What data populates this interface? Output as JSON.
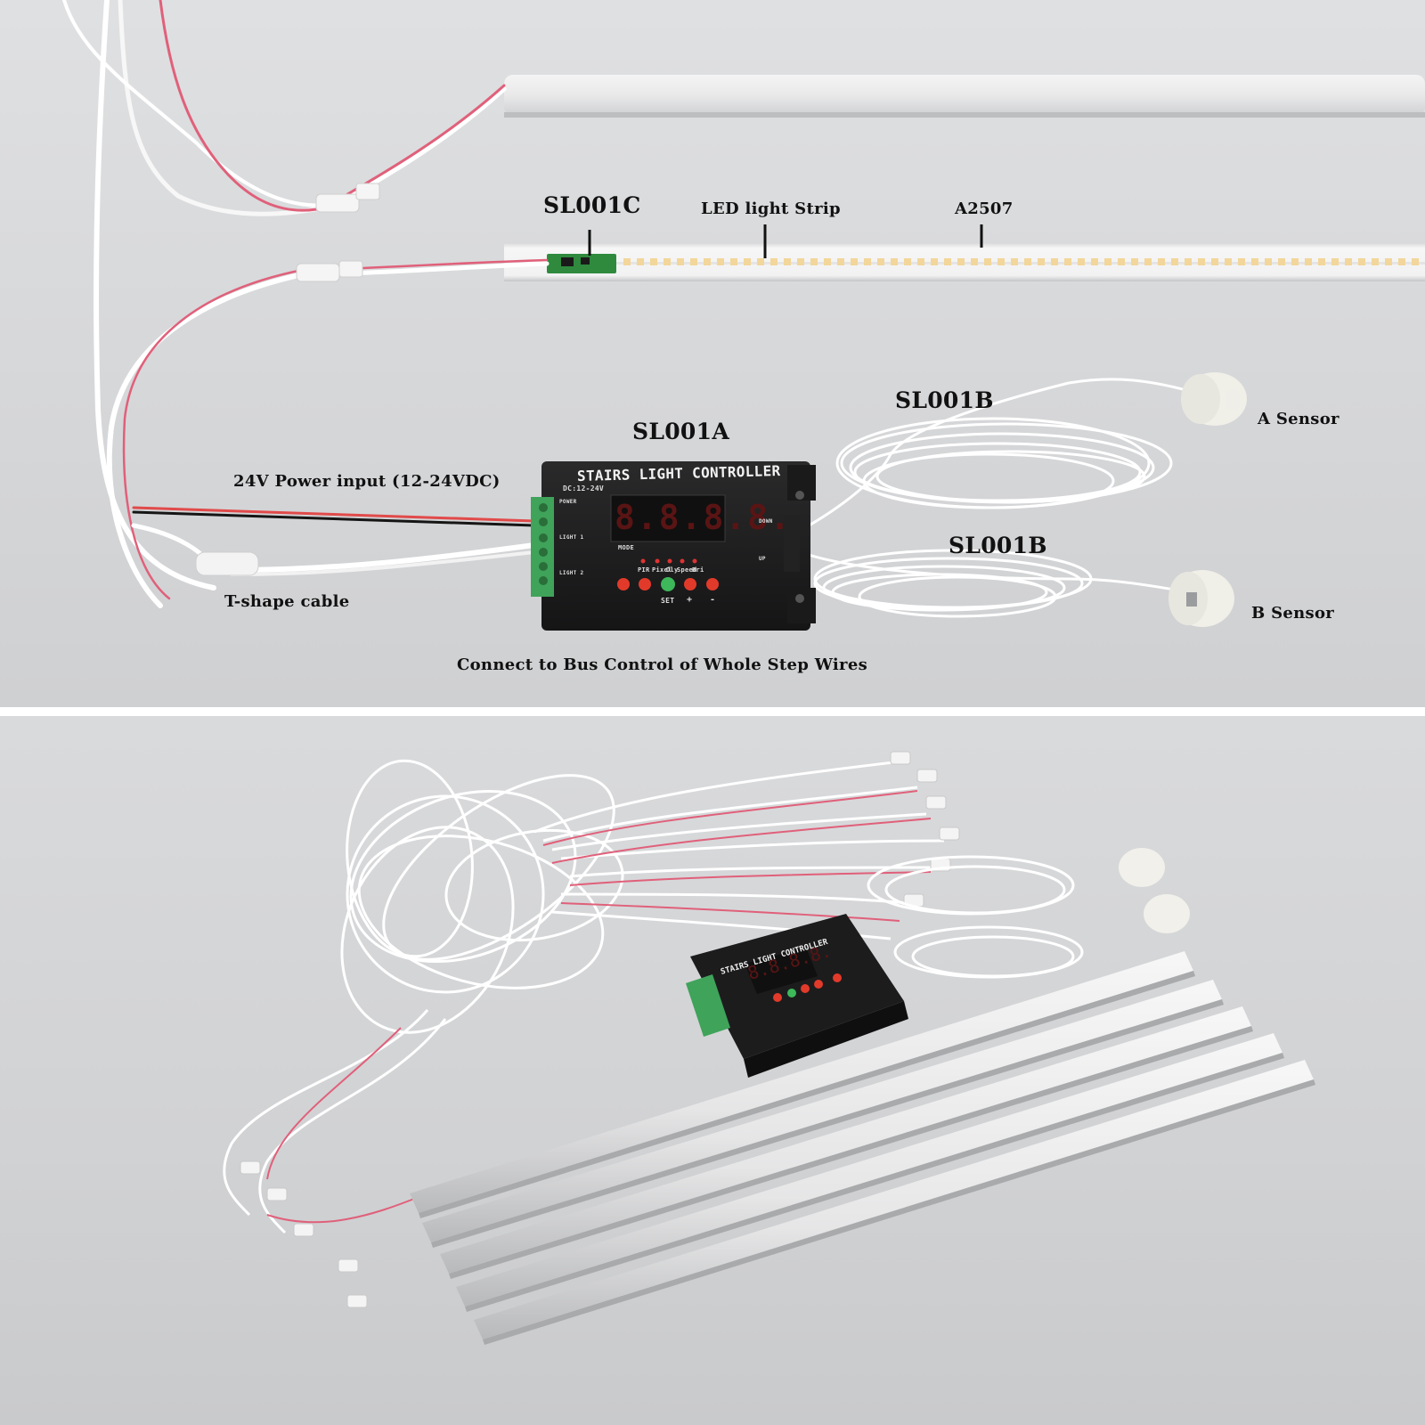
{
  "labels": {
    "sl001c": "SL001C",
    "led_strip": "LED light Strip",
    "a2507": "A2507",
    "sl001b_top": "SL001B",
    "sl001b_bottom": "SL001B",
    "sl001a": "SL001A",
    "a_sensor": "A Sensor",
    "b_sensor": "B Sensor",
    "power_input": "24V Power input (12-24VDC)",
    "t_shape": "T-shape cable",
    "bus_note": "Connect to Bus Control of Whole Step Wires"
  },
  "controller": {
    "title": "STAIRS LIGHT CONTROLLER",
    "voltage": "DC:12-24V",
    "display": "8.8.8.8.",
    "mode_label": "MODE",
    "led_labels": [
      "PIR",
      "Pixel",
      "Dly",
      "Speed",
      "Bri"
    ],
    "button_labels": [
      "SET",
      "+",
      "-"
    ],
    "left_terminals": [
      "POWER",
      "LIGHT 1",
      "LIGHT 2"
    ],
    "right_terminals": [
      "DOWN",
      "UP"
    ]
  },
  "colors": {
    "controller_body": "#1e1e1f",
    "terminal_green": "#3fa35a",
    "label_text": "#111111",
    "wire_red": "#e0607a",
    "led_chip": "#f2d69a"
  }
}
